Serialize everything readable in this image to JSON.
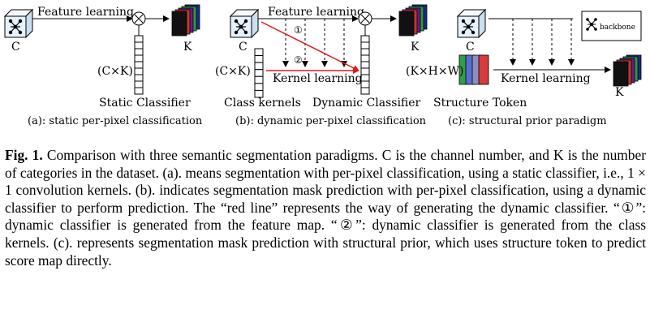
{
  "panel_a": {
    "input_label": "C",
    "feature_learning": "Feature learning",
    "classifier_shape": "(C×K)",
    "classifier_name": "Static Classifier",
    "output_label": "K",
    "caption": "(a): static per-pixel classification"
  },
  "panel_b": {
    "input_label": "C",
    "feature_learning": "Feature learning",
    "marker_1": "①",
    "marker_2": "②",
    "kernels_shape": "(C×K)",
    "kernel_learning": "Kernel learning",
    "class_kernels": "Class kernels",
    "classifier_name": "Dynamic Classifier",
    "output_label": "K",
    "caption": "(b): dynamic per-pixel classification"
  },
  "panel_c": {
    "input_label": "C",
    "token_shape": "(K×H×W)",
    "kernel_learning": "Kernel learning",
    "token_name": "Structure Token",
    "output_label": "K",
    "legend_label": "backbone",
    "caption": "(c): structural prior paradigm"
  },
  "colors": {
    "cube_face": "#e6f1fb",
    "cube_top": "#f3f9fe",
    "cube_side": "#cbdfee",
    "red_line": "#e31a1c",
    "token_colors": [
      "#2e9e4a",
      "#5b6fd1",
      "#8a8fbf",
      "#d63a3a"
    ],
    "feature_colors": [
      "#1b2a8c",
      "#2f9a3c",
      "#6a1b8a",
      "#c0392b",
      "#111111"
    ]
  },
  "caption": {
    "label": "Fig. 1.",
    "body": " Comparison with three semantic segmentation paradigms. C is the channel number, and K is the number of categories in the dataset. (a). means segmentation with per-pixel classification, using a static classifier, i.e., 1 × 1 convolution kernels. (b). indicates segmentation mask prediction with per-pixel classification, using a dynamic classifier to perform prediction. The “red line” represents the way of generating the dynamic classifier. “①”: dynamic classifier is generated from the feature map. “②”: dynamic classifier is generated from the class kernels. (c). represents segmentation mask prediction with structural prior, which uses structure token to predict score map directly."
  }
}
